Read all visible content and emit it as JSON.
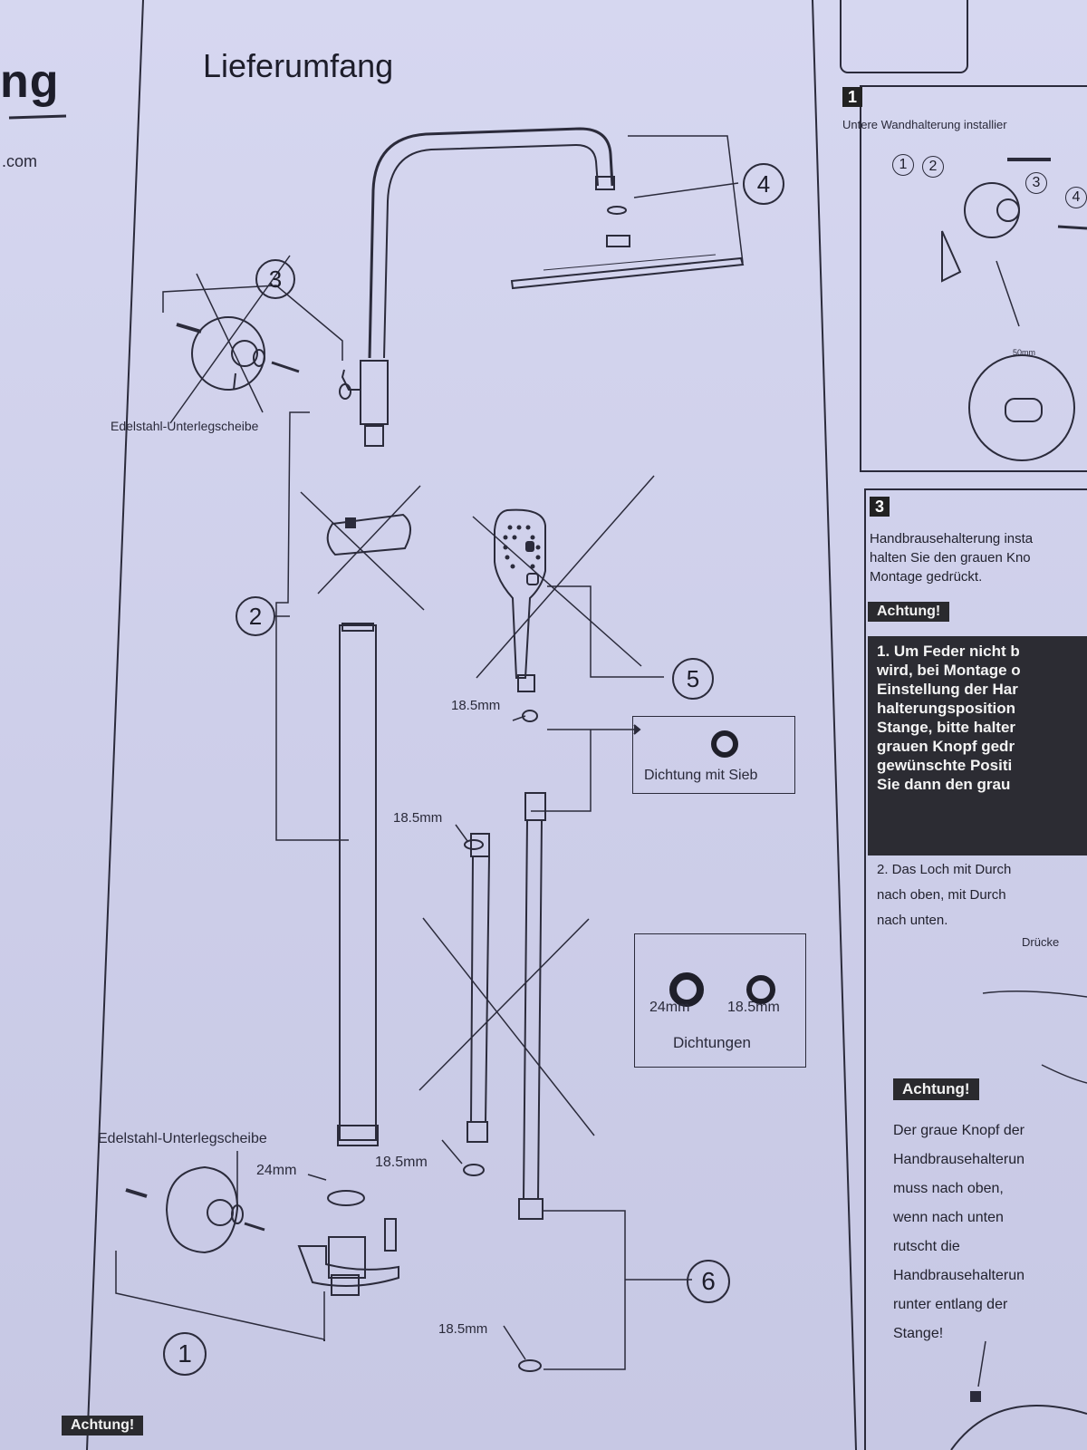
{
  "left_column": {
    "heading_fragment": "ng",
    "url_fragment": ".com"
  },
  "main": {
    "title": "Lieferumfang",
    "parts": [
      {
        "number": "1"
      },
      {
        "number": "2"
      },
      {
        "number": "3"
      },
      {
        "number": "4"
      },
      {
        "number": "5"
      },
      {
        "number": "6"
      }
    ],
    "labels": {
      "washer_top": "Edelstahl-Unterlegscheibe",
      "washer_bottom": "Edelstahl-Unterlegscheibe",
      "size_185_a": "18.5mm",
      "size_185_b": "18.5mm",
      "size_185_c": "18.5mm",
      "size_185_d": "18.5mm",
      "size_24": "24mm"
    },
    "box_filter": {
      "caption": "Dichtung mit Sieb"
    },
    "box_gaskets": {
      "size_large": "24mm",
      "size_small": "18.5mm",
      "caption": "Dichtungen"
    },
    "footer_warning": "Achtung!"
  },
  "right_column": {
    "step1": {
      "number": "1",
      "title": "Untere Wandhalterung installier",
      "dimension": "50mm",
      "circles": [
        "1",
        "2",
        "3",
        "4"
      ]
    },
    "step3": {
      "number": "3",
      "intro": [
        "Handbrausehalterung insta",
        "halten Sie den grauen Kno",
        "Montage gedrückt."
      ],
      "warning1_label": "Achtung!",
      "warning1_lines": [
        "1. Um Feder nicht b",
        "wird, bei Montage o",
        "Einstellung der Har",
        "halterungsposition",
        "Stange, bitte halter",
        "grauen Knopf gedr",
        "gewünschte Positi",
        "Sie dann den grau"
      ],
      "note2_lines": [
        "2. Das Loch mit Durch",
        "nach oben, mit Durch",
        "nach unten."
      ],
      "press_label": "Drücke",
      "warning2_label": "Achtung!",
      "warning2_lines": [
        "Der graue Knopf der",
        "Handbrausehalterun",
        "muss nach oben,",
        "wenn nach unten",
        "rutscht die",
        "Handbrausehalterun",
        "runter entlang der",
        "Stange!"
      ]
    }
  }
}
